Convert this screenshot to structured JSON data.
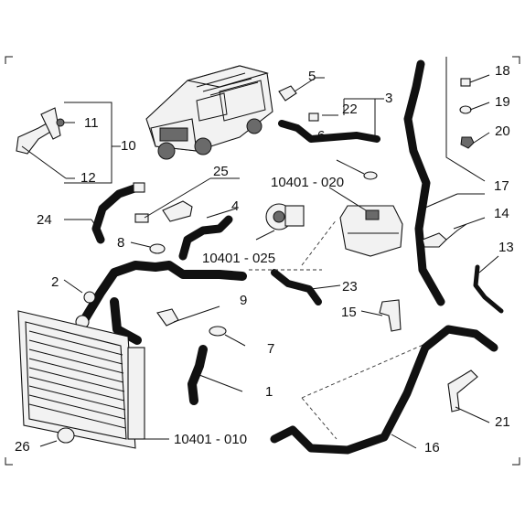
{
  "labels": {
    "n1": "1",
    "n2": "2",
    "n3": "3",
    "n4": "4",
    "n5": "5",
    "n6": "6",
    "n7": "7",
    "n8": "8",
    "n9": "9",
    "n10": "10",
    "n11": "11",
    "n12": "12",
    "n13": "13",
    "n14": "14",
    "n15": "15",
    "n16": "16",
    "n17": "17",
    "n18": "18",
    "n19": "19",
    "n20": "20",
    "n21": "21",
    "n22": "22",
    "n23": "23",
    "n24": "24",
    "n25": "25",
    "n26": "26",
    "code_020": "10401 - 020",
    "code_025": "10401 - 025",
    "code_010": "10401 - 010"
  }
}
